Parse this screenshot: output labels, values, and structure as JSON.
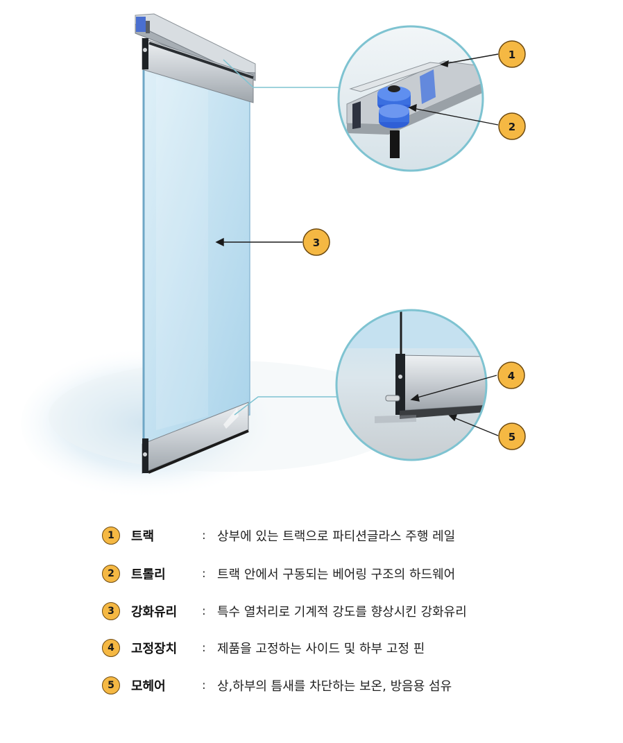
{
  "callouts": [
    {
      "num": "1",
      "term": "트랙",
      "desc": "상부에 있는 트랙으로 파티션글라스 주행 레일"
    },
    {
      "num": "2",
      "term": "트롤리",
      "desc": "트랙 안에서 구동되는 베어링 구조의 하드웨어"
    },
    {
      "num": "3",
      "term": "강화유리",
      "desc": "특수 열처리로 기계적 강도를 향상시킨 강화유리"
    },
    {
      "num": "4",
      "term": "고정장치",
      "desc": "제품을 고정하는 사이드 및 하부 고정 핀"
    },
    {
      "num": "5",
      "term": "모헤어",
      "desc": "상,하부의 틈새를 차단하는 보온, 방음용 섬유"
    }
  ],
  "legend": {
    "separator": ":"
  },
  "colors": {
    "badge": "#f5b843",
    "badge_border": "#6e4a10",
    "magnifier_ring": "#7ec3d1",
    "glass": "#cfe7f4",
    "aluminum": "#c9ced3"
  }
}
